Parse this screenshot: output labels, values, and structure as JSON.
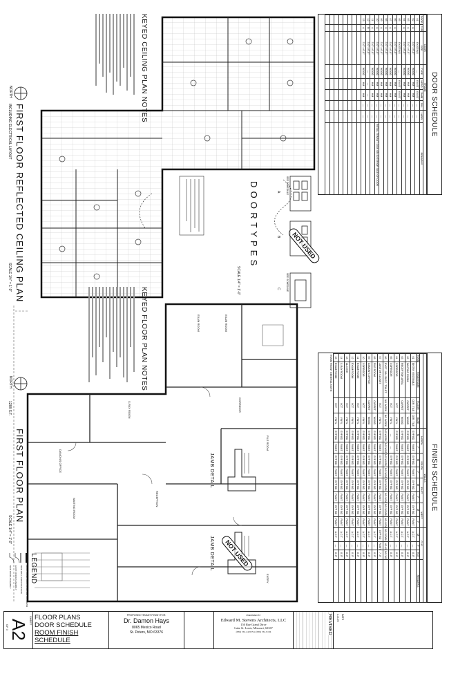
{
  "door_schedule": {
    "title": "DOOR SCHEDULE",
    "group_headers": {
      "door": "DOOR",
      "frame": "FRAME"
    },
    "columns": [
      "DOOR NO.",
      "TYPE",
      "SIZE",
      "TYPE",
      "HEAD",
      "JAMB",
      "SILL",
      "LABEL",
      "REMARKS"
    ],
    "rows": [
      [
        "01",
        "-",
        "EXISTING",
        "—",
        "EXIST",
        "EXIST",
        "—",
        "—",
        ""
      ],
      [
        "02",
        "A",
        "3'-0\" x 6'-8\"",
        "WOOD",
        "HM",
        "HM",
        "—",
        "—",
        ""
      ],
      [
        "03",
        "A",
        "3'-0\" x 6'-8\"",
        "WOOD",
        "HM",
        "HM",
        "—",
        "—",
        ""
      ],
      [
        "04",
        "A",
        "3'-0\" x 6'-8\"",
        "WOOD",
        "HM",
        "HM",
        "—",
        "—",
        ""
      ],
      [
        "05",
        "-",
        "EXISTING",
        "—",
        "EXIST",
        "EXIST",
        "—",
        "—",
        ""
      ],
      [
        "06",
        "A",
        "3'-0\" x 6'-8\"",
        "WOOD",
        "HM",
        "HM",
        "—",
        "—",
        ""
      ],
      [
        "07",
        "A",
        "3'-0\" x 6'-8\"",
        "WOOD",
        "HM",
        "HM",
        "—",
        "—",
        ""
      ],
      [
        "08",
        "A",
        "3'-0\" x 6'-8\"",
        "WOOD",
        "HM",
        "HM",
        "—",
        "—",
        ""
      ],
      [
        "09",
        "A",
        "3'-0\" x 6'-8\"",
        "WOOD",
        "HM",
        "HM",
        "—",
        "—",
        ""
      ],
      [
        "10",
        "A",
        "3'-0\" x 6'-8\"",
        "WOOD",
        "HM",
        "HM",
        "—",
        "—",
        "RETAIL TENANT SIGN ON EXTERIOR SIDE OF DOOR"
      ],
      [
        "11",
        "A",
        "3'-0\" x 6'-8\"",
        "WOOD",
        "HM",
        "HM",
        "—",
        "—",
        ""
      ],
      [
        "12",
        "B",
        "3'-0\" x 6'-8\"",
        "—",
        "—",
        "—",
        "—",
        "—",
        ""
      ],
      [
        "13",
        "A",
        "3'-0\" x 6'-8\"",
        "WOOD",
        "HM",
        "HM",
        "—",
        "—",
        ""
      ]
    ],
    "empty_rows": 8
  },
  "finish_schedule": {
    "title": "FINISH SCHEDULE",
    "group_headers": {
      "walls": "WALLS",
      "north": "NORTH",
      "south": "SOUTH",
      "east": "EAST",
      "west": "WEST",
      "clg": "CLG."
    },
    "columns": [
      "ROOM NO.",
      "ROOM NAME",
      "FLOOR",
      "BASE",
      "M",
      "F",
      "M",
      "F",
      "M",
      "F",
      "M",
      "F",
      "M",
      "F",
      "HGT",
      "REMARKS"
    ],
    "rows": [
      [
        "01",
        "ENTRY VESTIBULE",
        "CER. TILE",
        "CER. TILE",
        "GYP BD",
        "PAINT",
        "GYP BD",
        "PAINT",
        "GYP BD",
        "PAINT",
        "GYP BD",
        "PAINT",
        "A.C.T.",
        "—",
        "8'-0\"",
        ""
      ],
      [
        "02",
        "WAITING ROOM",
        "CARPET",
        "WOOD",
        "GYP BD",
        "PAINT",
        "GYP BD",
        "PAINT",
        "GYP BD",
        "PAINT",
        "GYP BD",
        "PAINT",
        "A.C.T.",
        "—",
        "8'-0\"",
        ""
      ],
      [
        "03",
        "RECEPTION AREA",
        "CARPET",
        "WOOD",
        "GYP BD",
        "PAINT",
        "GYP BD",
        "PAINT",
        "GYP BD",
        "PAINT",
        "GYP BD",
        "PAINT",
        "A.C.T.",
        "—",
        "8'-0\"",
        ""
      ],
      [
        "04",
        "CORRIDOR",
        "VCT",
        "VINYL",
        "GYP BD",
        "PAINT",
        "GYP BD",
        "PAINT",
        "GYP BD",
        "PAINT",
        "GYP BD",
        "PAINT",
        "A.C.T.",
        "—",
        "8'-0\"",
        ""
      ],
      [
        "05",
        "CORRIDOR",
        "VCT",
        "VINYL",
        "—",
        "—",
        "GYP BD",
        "PAINT",
        "GYP BD",
        "PAINT",
        "GYP BD",
        "PAINT",
        "A.C.T.",
        "—",
        "8'-0\"",
        ""
      ],
      [
        "06",
        "EXST. JAN./ELEC. TOILET",
        "NO WORK",
        "NO WORK",
        "NO WORK",
        "NO WORK",
        "NO WORK",
        "NO WORK",
        "NO WORK",
        "NO WORK",
        "NO WORK",
        "NO WORK",
        "NO WORK",
        "NO WORK",
        "NO WORK",
        ""
      ],
      [
        "07",
        "JANITOR CLOSET",
        "VCT",
        "VINYL",
        "GYP BD",
        "PAINT",
        "GYP BD",
        "PAINT",
        "GYP BD",
        "PAINT",
        "GYP BD",
        "PAINT",
        "GYP BD",
        "PAINT",
        "7'-0\"",
        ""
      ],
      [
        "08",
        "FILE ROOM",
        "CARPET",
        "WOOD",
        "GYP BD",
        "PAINT",
        "GYP BD",
        "PAINT",
        "GYP BD",
        "PAINT",
        "GYP BD",
        "PAINT",
        "A.C.T.",
        "—",
        "8'-0\"",
        ""
      ],
      [
        "09",
        "DAMON'S OFFICE",
        "CARPET",
        "WOOD",
        "GYP BD",
        "PAINT",
        "GYP BD",
        "PAINT",
        "GYP BD",
        "PAINT",
        "GYP BD",
        "PAINT",
        "A.C.T.",
        "—",
        "8'-0\"",
        ""
      ],
      [
        "10",
        "CORRIDOR",
        "VCT",
        "VINYL",
        "GYP BD",
        "PAINT",
        "GYP BD",
        "PAINT",
        "GYP BD",
        "PAINT",
        "GYP BD",
        "PAINT",
        "A.C.T.",
        "—",
        "8'-0\"",
        ""
      ],
      [
        "11",
        "EXAM ROOM",
        "VCT",
        "VINYL",
        "GYP BD",
        "PAINT",
        "GYP BD",
        "PAINT",
        "GYP BD",
        "PAINT",
        "GYP BD",
        "PAINT",
        "A.C.T.",
        "—",
        "8'-0\"",
        ""
      ],
      [
        "12",
        "EXAM ROOM",
        "VCT",
        "VINYL",
        "GYP BD",
        "PAINT",
        "GYP BD",
        "PAINT",
        "GYP BD",
        "PAINT",
        "GYP BD",
        "PAINT",
        "A.C.T.",
        "—",
        "8'-0\"",
        ""
      ],
      [
        "13",
        "ALCOVE",
        "VCT",
        "VINYL",
        "GYP BD",
        "PAINT",
        "GYP BD",
        "PAINT",
        "GYP BD",
        "PAINT",
        "GYP BD",
        "PAINT",
        "A.C.T.",
        "—",
        "8'-0\"",
        ""
      ],
      [
        "14",
        "X-RAY ROOM",
        "VCT",
        "VINYL",
        "GYP BD",
        "PAINT",
        "GYP BD",
        "PAINT",
        "GYP BD",
        "PAINT",
        "GYP BD",
        "PAINT",
        "A.C.T.",
        "—",
        "8'-0\"",
        ""
      ],
      [
        "15",
        "EXAM ROOM",
        "VCT",
        "VINYL",
        "GYP BD",
        "PAINT",
        "GYP BD",
        "PAINT",
        "GYP BD",
        "PAINT",
        "GYP BD",
        "PAINT",
        "A.C.T.",
        "—",
        "8'-0\"",
        ""
      ]
    ],
    "general_note_label": "ROOM FINISH GENERAL NOTE:"
  },
  "door_types": {
    "title": "D O O R   T Y P E S",
    "scale": "SCALE 1/4\" = 1'-0\"",
    "markers": [
      "A",
      "B",
      "C"
    ],
    "see_schedule": "SEE SCHEDULE",
    "not_used_stamp": "NOT USED"
  },
  "ceiling_plan": {
    "notes_title": "KEYED CEILING PLAN NOTES",
    "title": "FIRST FLOOR REFLECTED CEILING PLAN",
    "subtitle": "INCLUDING ELECTRICAL LAYOUT",
    "scale": "SCALE 1/4\" = 1'-0\"",
    "north": "NORTH"
  },
  "floor_plan": {
    "notes_title": "KEYED FLOOR PLAN NOTES",
    "title": "FIRST FLOOR PLAN",
    "area": "1288 S.F.",
    "scale": "SCALE 1/4\" = 1'-0\"",
    "north": "NORTH",
    "room_labels": [
      "EXAM ROOM",
      "EXAM ROOM",
      "CORRIDOR",
      "X-RAY ROOM",
      "FILE ROOM",
      "DAMON'S OFFICE",
      "RECEPTION",
      "WAITING ROOM",
      "ENTRY"
    ]
  },
  "jamb_details": {
    "labels": [
      "JAMB DETAIL",
      "JAMB DETAIL"
    ],
    "not_used_stamp": "NOT USED"
  },
  "legend": {
    "title": "LEGEND",
    "items": [
      "EXIST. WALL CONSTRUCTION TO REMAIN",
      "NEW WALL CONSTRUCTION",
      "EXIST. DOOR ASSEMBLY",
      "NEW DOOR ASSEMBLY"
    ]
  },
  "title_block": {
    "sheet_label": "SHEET",
    "sheet_number": "A2",
    "sheet_of": "OF 3",
    "titles": [
      "FLOOR PLANS",
      "DOOR SCHEDULE",
      "ROOM FINISH SCHEDULE"
    ],
    "proposed_label": "PROPOSED TENANT FINISH FOR:",
    "client_name": "Dr. Damon Hays",
    "client_address1": "8065 Mexico Road",
    "client_address2": "St. Peters, MO  63376",
    "prepared_label": "PREPARED BY",
    "architect_name": "Edward M. Stevens Architects, LLC",
    "architect_address1": "150 Rue Grand Drive",
    "architect_address2": "Lake St. Louis, Missouri, 63367",
    "architect_phone": "(636) 561-2420   Fax (636) 561-9194",
    "revised_label": "REVISED",
    "date_label": "DATE",
    "date_value": "1-8-09"
  }
}
